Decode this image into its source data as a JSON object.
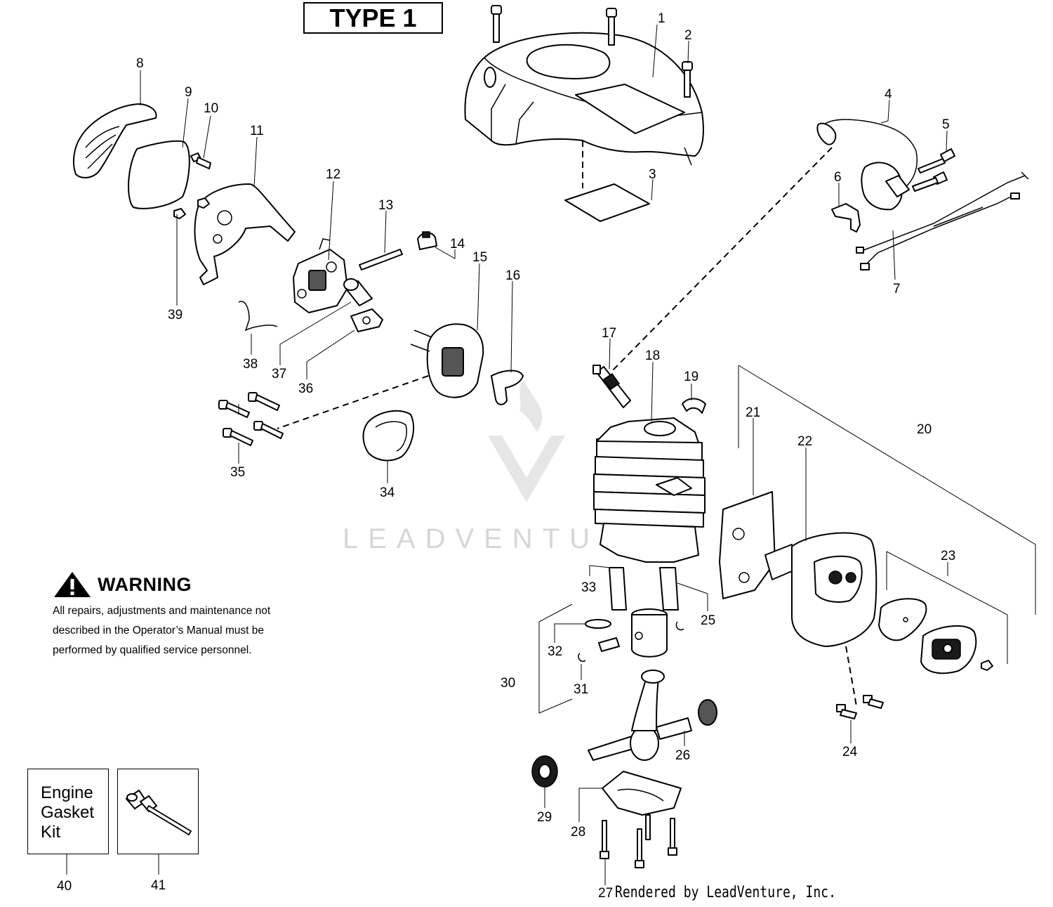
{
  "title": "TYPE 1",
  "warning": {
    "heading": "WARNING",
    "lines": [
      "All repairs, adjustments and maintenance not",
      "described in the Operator’s Manual must be",
      "performed by qualified  service personnel."
    ]
  },
  "kit": {
    "lines": [
      "Engine",
      "Gasket",
      "Kit"
    ]
  },
  "watermark": "LEADVENTURE",
  "credit": "Rendered by LeadVenture, Inc.",
  "callouts": {
    "n1": "1",
    "n2": "2",
    "n3": "3",
    "n4": "4",
    "n5": "5",
    "n6": "6",
    "n7": "7",
    "n8": "8",
    "n9": "9",
    "n10": "10",
    "n11": "11",
    "n12": "12",
    "n13": "13",
    "n14": "14",
    "n15": "15",
    "n16": "16",
    "n17": "17",
    "n18": "18",
    "n19": "19",
    "n20": "20",
    "n21": "21",
    "n22": "22",
    "n23": "23",
    "n24": "24",
    "n25": "25",
    "n26": "26",
    "n27": "27",
    "n28": "28",
    "n29": "29",
    "n30": "30",
    "n31": "31",
    "n32": "32",
    "n33": "33",
    "n34": "34",
    "n35": "35",
    "n36": "36",
    "n37": "37",
    "n38": "38",
    "n39": "39",
    "n40": "40",
    "n41": "41"
  },
  "icons": {
    "warning": "warning-triangle-icon",
    "tool": "scrench-tool-icon"
  }
}
